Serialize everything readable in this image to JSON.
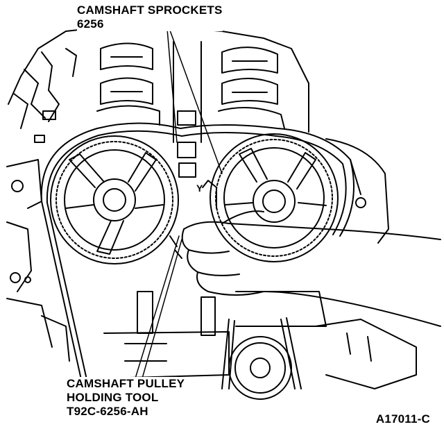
{
  "callouts": {
    "sprockets": {
      "line1": "CAMSHAFT SPROCKETS",
      "line2": "6256"
    },
    "holding_tool": {
      "line1": "CAMSHAFT PULLEY",
      "line2": "HOLDING TOOL",
      "line3": "T92C-6256-AH"
    }
  },
  "figure_id": "A17011-C",
  "sprocket_mark": "Y"
}
